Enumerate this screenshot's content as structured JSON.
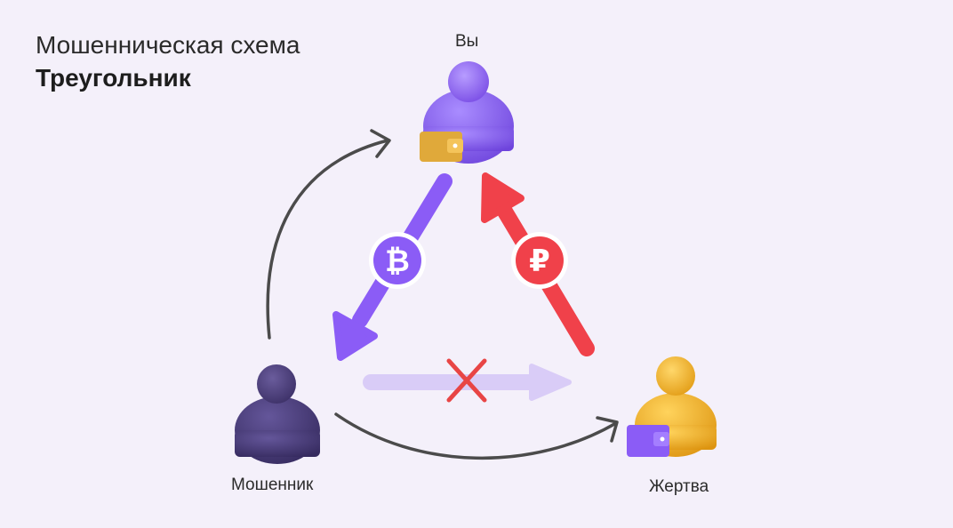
{
  "title": {
    "line1": "Мошенническая схема",
    "line2": "Треугольник"
  },
  "nodes": {
    "you": {
      "label": "Вы",
      "color": "#8b5cf6"
    },
    "scammer": {
      "label": "Мошенник",
      "color": "#4a3d7a"
    },
    "victim": {
      "label": "Жертва",
      "color": "#f0b429"
    }
  },
  "badges": {
    "crypto_symbol": "₿",
    "crypto_color": "#8b5cf6",
    "ruble_symbol": "₽",
    "ruble_color": "#f0414a"
  },
  "arrows": {
    "crypto_flow_color": "#8b5cf6",
    "ruble_flow_color": "#f0414a",
    "blocked_flow_color": "#d9ccf7",
    "blocked_mark_color": "#e84545",
    "cycle_color": "#4b4b4b"
  },
  "colors": {
    "background": "#f4f0fa",
    "wallet_gold": "#e0a93a",
    "wallet_purple": "#8b5cf6"
  }
}
